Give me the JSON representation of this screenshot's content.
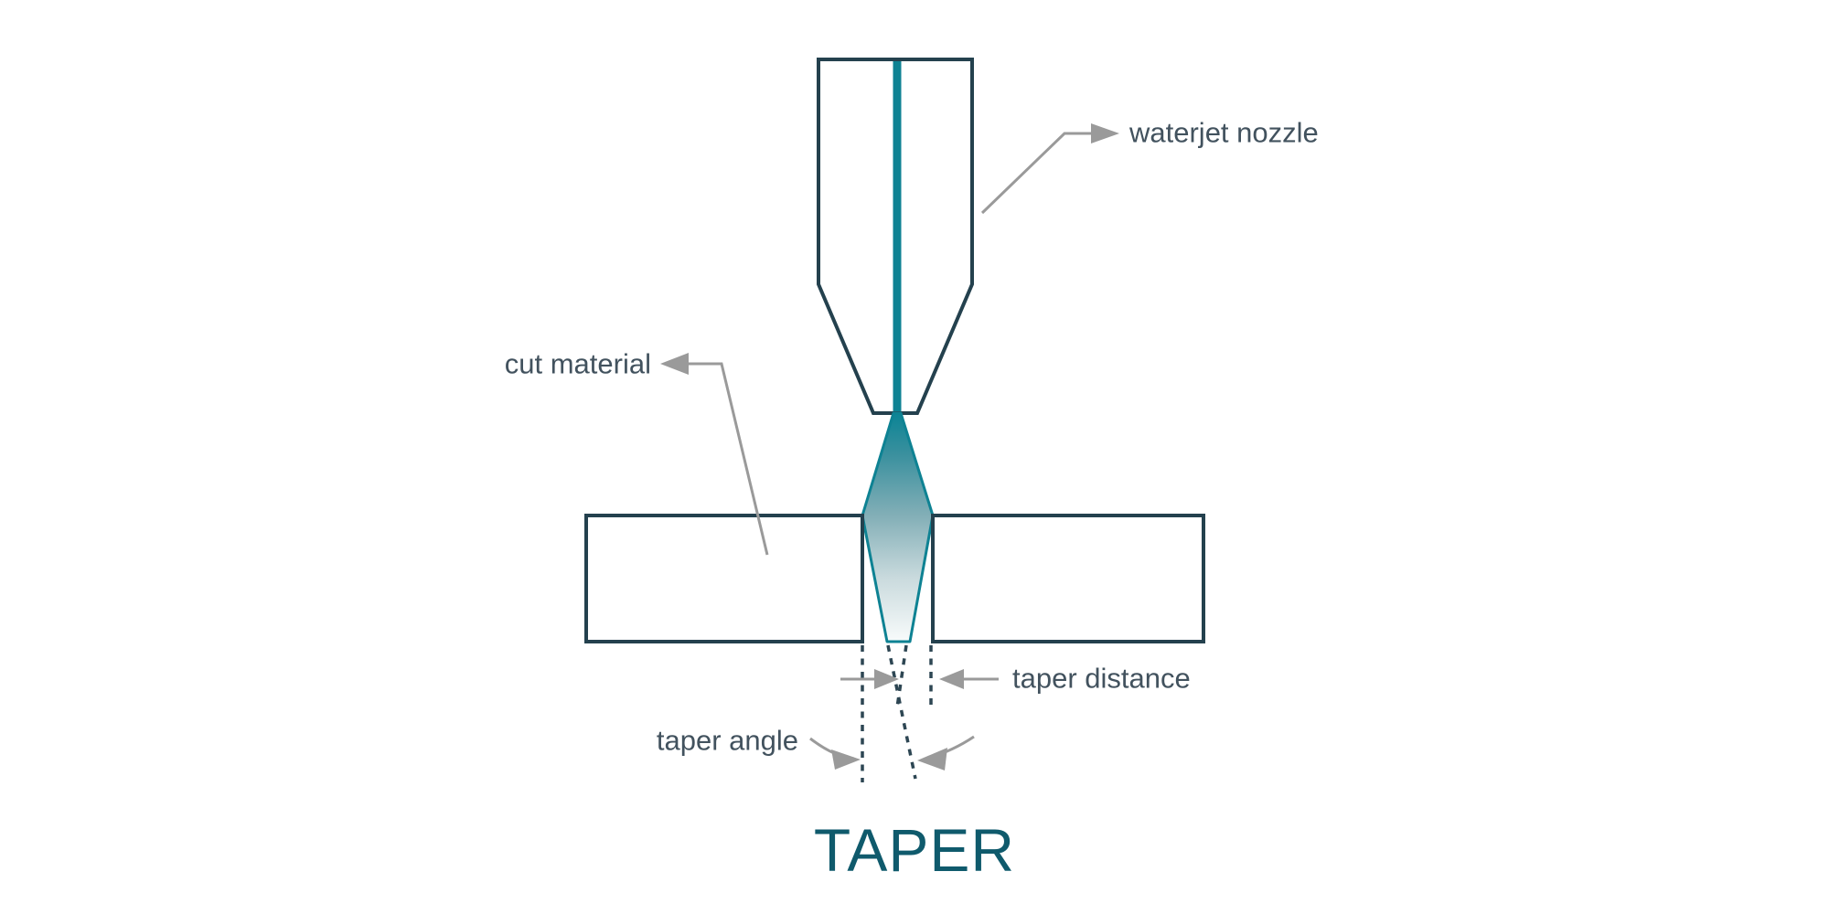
{
  "diagram": {
    "title": "TAPER",
    "callouts": {
      "waterjet_nozzle": "waterjet nozzle",
      "cut_material": "cut material",
      "taper_distance": "taper distance",
      "taper_angle": "taper angle"
    }
  },
  "colors": {
    "outline_dark": "#24414e",
    "jet_teal": "#0e8293",
    "label_text": "#42525e",
    "title_teal": "#0f5a6c",
    "leader_gray": "#9a9a9a",
    "dashed_line": "#2d4653",
    "background": "#ffffff"
  }
}
